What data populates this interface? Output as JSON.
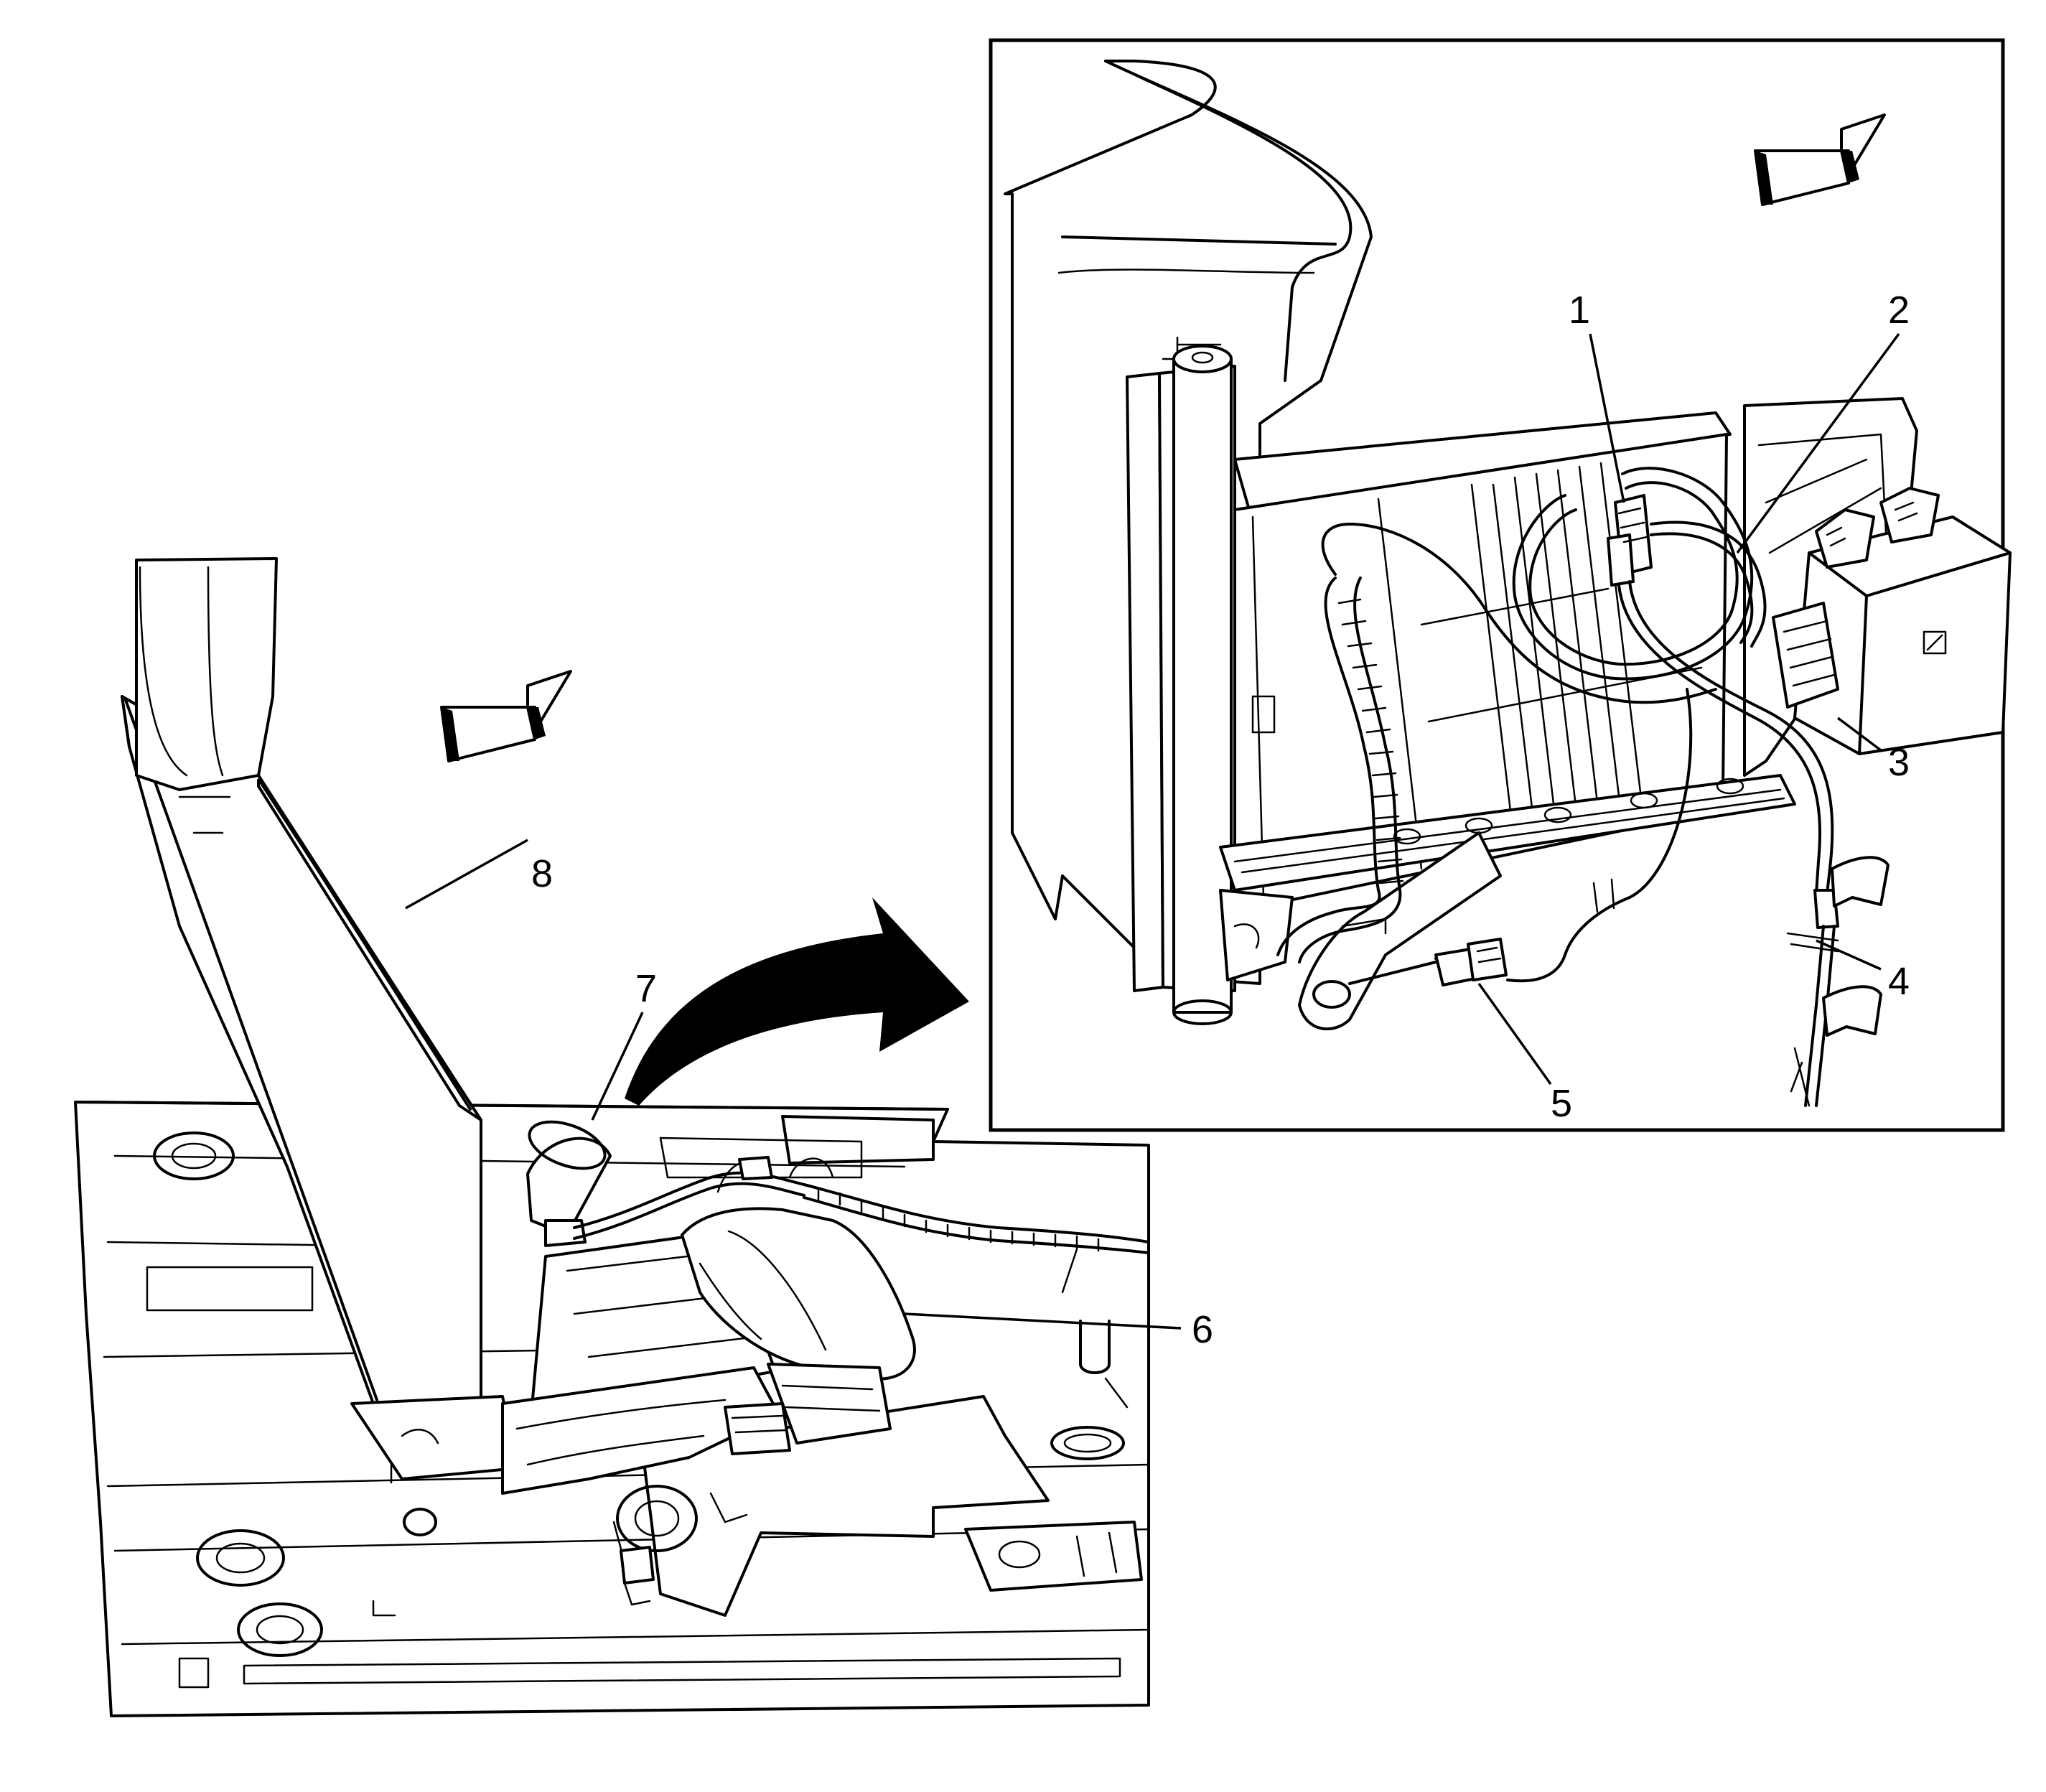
{
  "callouts": {
    "c1": "1",
    "c2": "2",
    "c3": "3",
    "c4": "4",
    "c5": "5",
    "c6": "6",
    "c7": "7",
    "c8": "8"
  },
  "colors": {
    "line": "#000000",
    "background": "#ffffff"
  },
  "icons": {
    "forward_arrow_main": "forward-direction-arrow",
    "forward_arrow_detail": "forward-direction-arrow",
    "detail_pointer": "curved-detail-arrow"
  }
}
